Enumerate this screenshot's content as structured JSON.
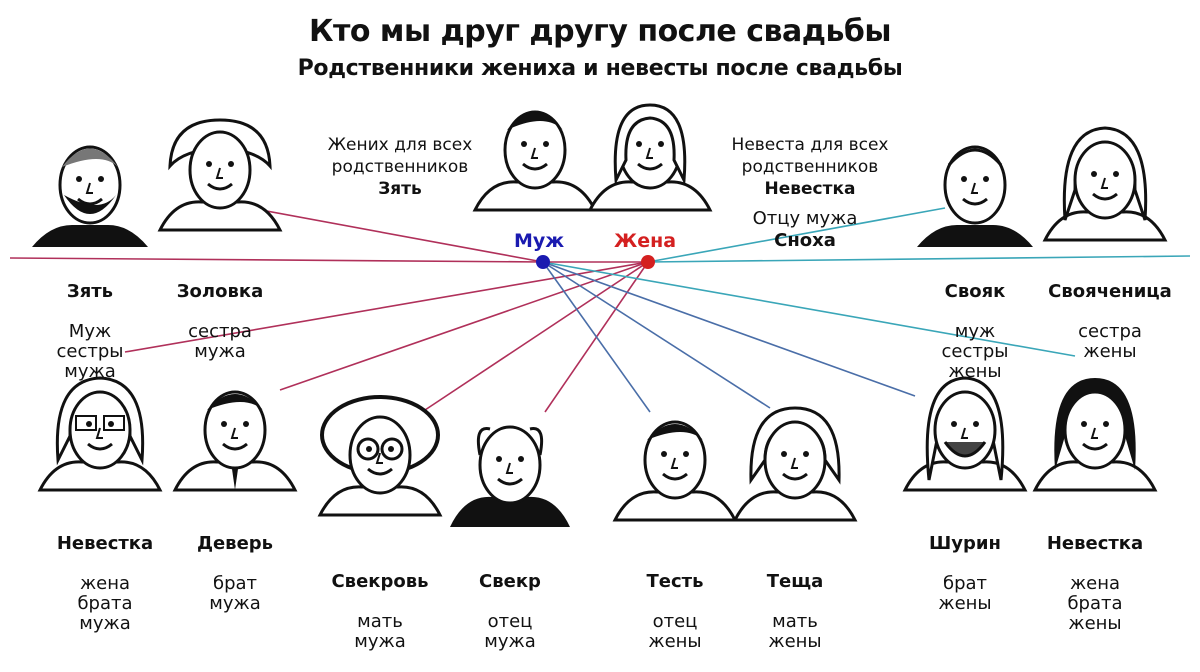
{
  "title": "Кто мы друг другу после свадьбы",
  "subtitle": "Родственники жениха и невесты после свадьбы",
  "center": {
    "husband": "Муж",
    "wife": "Жена",
    "husband_color": "#1a1ab0",
    "wife_color": "#d42020"
  },
  "groom_note": {
    "line1": "Жених для всех",
    "line2": "родственников",
    "line3": "Зять"
  },
  "bride_note": {
    "line1": "Невеста для всех",
    "line2": "родственников",
    "line3": "Невестка",
    "line4": "Отцу мужа",
    "line5": "Сноха"
  },
  "relatives": [
    {
      "id": "zyat",
      "title": "Зять",
      "desc": "Муж\nсестры\nмужа"
    },
    {
      "id": "zolovka",
      "title": "Золовка",
      "desc": "сестра\nмужа"
    },
    {
      "id": "svoyak",
      "title": "Свояк",
      "desc": "муж\nсестры\nжены"
    },
    {
      "id": "svoyachenitsa",
      "title": "Свояченица",
      "desc": "сестра\nжены"
    },
    {
      "id": "nevestka1",
      "title": "Невестка",
      "desc": "жена\nбрата\nмужа"
    },
    {
      "id": "dever",
      "title": "Деверь",
      "desc": "брат\nмужа"
    },
    {
      "id": "svekrov",
      "title": "Свекровь",
      "desc": "мать\nмужа"
    },
    {
      "id": "svekr",
      "title": "Свекр",
      "desc": "отец\nмужа"
    },
    {
      "id": "test",
      "title": "Тесть",
      "desc": "отец\nжены"
    },
    {
      "id": "teshcha",
      "title": "Теща",
      "desc": "мать\nжены"
    },
    {
      "id": "shurin",
      "title": "Шурин",
      "desc": "брат\nжены"
    },
    {
      "id": "nevestka2",
      "title": "Невестка",
      "desc": "жена\nбрата\nжены"
    }
  ],
  "colors": {
    "husband_line": "#4a6ea8",
    "wife_line": "#b0305a",
    "cyan_line": "#3aa6b8"
  }
}
